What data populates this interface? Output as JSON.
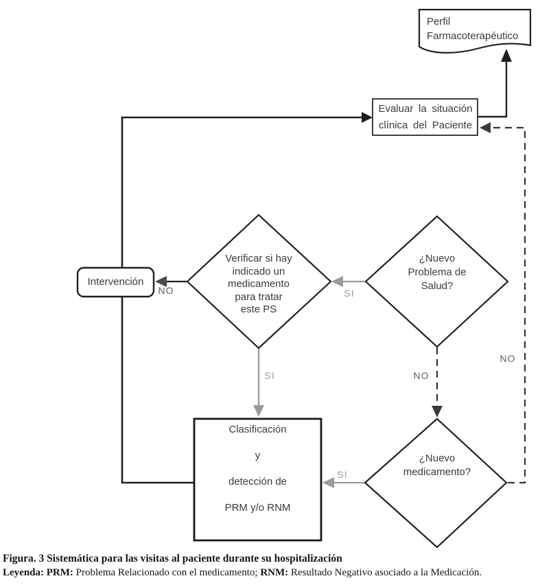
{
  "figure": {
    "caption_title": "Figura. 3 Sistemática para las visitas al paciente durante su hospitalización",
    "legend": {
      "label": "Leyenda: ",
      "prm_label": "PRM: ",
      "prm_text": "Problema Relacionado con el medicamento; ",
      "rnm_label": "RNM: ",
      "rnm_text": "Resultado Negativo asociado a la Medicación."
    }
  },
  "nodes": {
    "perfil": {
      "shape": "document",
      "label": "Perfil\nFarmacoterapéutico"
    },
    "evaluar": {
      "shape": "rect",
      "label": "Evaluar la situación\nclínica del Paciente"
    },
    "nuevo_problema": {
      "shape": "diamond",
      "label": "¿Nuevo\nProblema de\nSalud?"
    },
    "verificar": {
      "shape": "diamond",
      "label": "Verificar si hay\nindicado un\nmedicamento\npara tratar\neste PS"
    },
    "intervencion": {
      "shape": "rounded-rect",
      "label": "Intervención"
    },
    "clasificacion": {
      "shape": "rect",
      "label": "Clasificación\n\ny\n\ndetección de\n\nPRM y/o RNM"
    },
    "nuevo_medicamento": {
      "shape": "diamond",
      "label": "¿Nuevo\nmedicamento?"
    }
  },
  "edge_labels": {
    "verificar_to_intervencion": "NO",
    "problema_to_verificar": "SI",
    "verificar_to_clasificacion": "SI",
    "problema_to_medicamento": "NO",
    "medicamento_to_clasificacion": "SI",
    "medicamento_to_evaluar": "NO"
  },
  "colors": {
    "background": "#ffffff",
    "shape_stroke": "#1f1f1f",
    "solid_edge": "#1f1f1f",
    "dashed_edge": "#333333",
    "gray_edge": "#9a9a9a",
    "si_label": "#9a9a9a",
    "no_label": "#5d5d5d"
  }
}
